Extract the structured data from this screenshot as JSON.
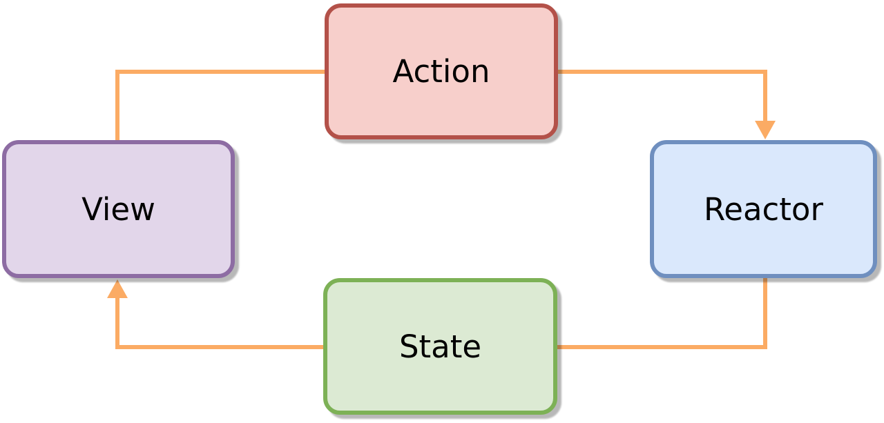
{
  "diagram": {
    "type": "flow-cycle",
    "background_color": "#ffffff",
    "connector_color": "#fbab64",
    "text_color": "#000000",
    "shadow_color": "rgba(0,0,0,0.28)",
    "nodes": {
      "action": {
        "label": "Action",
        "fill": "#f7cfcb",
        "border": "#b35149"
      },
      "reactor": {
        "label": "Reactor",
        "fill": "#dae8fc",
        "border": "#6f8fbf"
      },
      "state": {
        "label": "State",
        "fill": "#dcead3",
        "border": "#7db156"
      },
      "view": {
        "label": "View",
        "fill": "#e2d6ea",
        "border": "#8d6ca3"
      }
    },
    "edges": [
      {
        "from": "Action",
        "to": "Reactor",
        "arrowhead": true,
        "route": "right-then-down"
      },
      {
        "from": "Reactor",
        "to": "State",
        "arrowhead": false,
        "route": "down-then-left"
      },
      {
        "from": "State",
        "to": "View",
        "arrowhead": true,
        "route": "left-then-up"
      },
      {
        "from": "View",
        "to": "Action",
        "arrowhead": false,
        "route": "up-then-right"
      }
    ]
  }
}
